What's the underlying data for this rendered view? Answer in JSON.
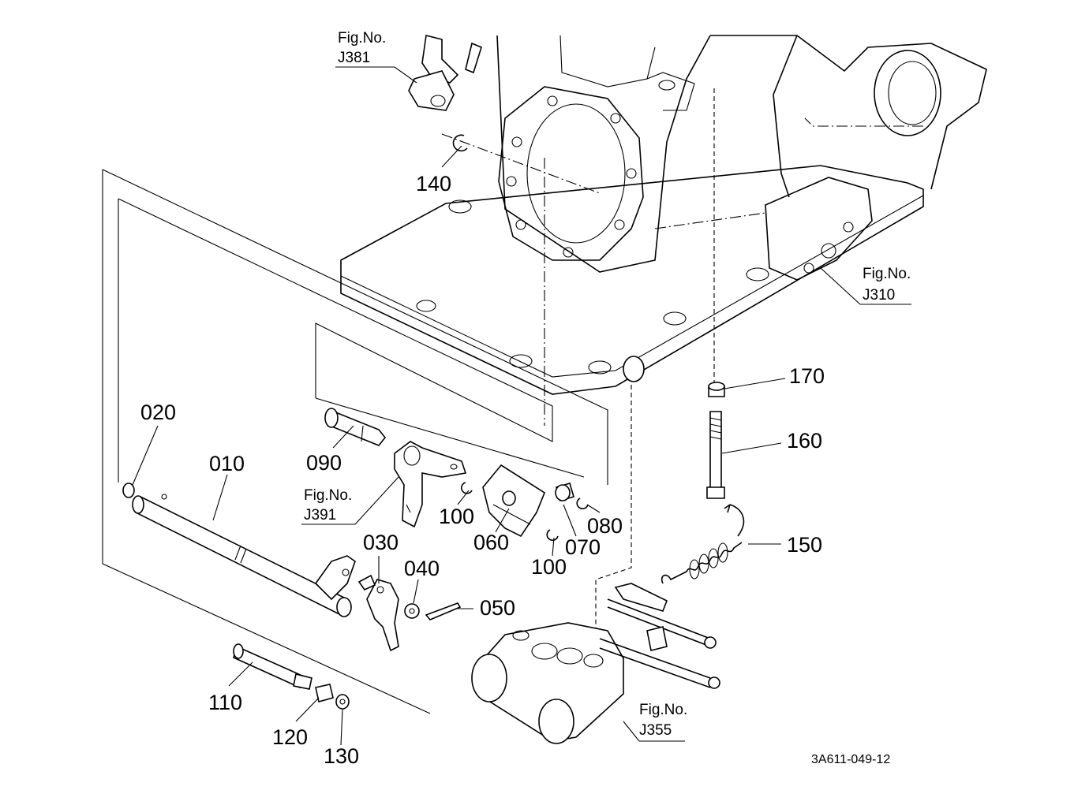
{
  "part_labels": [
    {
      "id": "010",
      "text": "010"
    },
    {
      "id": "020",
      "text": "020"
    },
    {
      "id": "030",
      "text": "030"
    },
    {
      "id": "040",
      "text": "040"
    },
    {
      "id": "050",
      "text": "050"
    },
    {
      "id": "060",
      "text": "060"
    },
    {
      "id": "070",
      "text": "070"
    },
    {
      "id": "080",
      "text": "080"
    },
    {
      "id": "090",
      "text": "090"
    },
    {
      "id": "100a",
      "text": "100"
    },
    {
      "id": "100b",
      "text": "100"
    },
    {
      "id": "110",
      "text": "110"
    },
    {
      "id": "120",
      "text": "120"
    },
    {
      "id": "130",
      "text": "130"
    },
    {
      "id": "140",
      "text": "140"
    },
    {
      "id": "150",
      "text": "150"
    },
    {
      "id": "160",
      "text": "160"
    },
    {
      "id": "170",
      "text": "170"
    }
  ],
  "fig_refs": [
    {
      "id": "j381",
      "line1": "Fig.No.",
      "line2": "J381"
    },
    {
      "id": "j310",
      "line1": "Fig.No.",
      "line2": "J310"
    },
    {
      "id": "j391",
      "line1": "Fig.No.",
      "line2": "J391"
    },
    {
      "id": "j355",
      "line1": "Fig.No.",
      "line2": "J355"
    }
  ],
  "drawing_code": "3A611-049-12"
}
